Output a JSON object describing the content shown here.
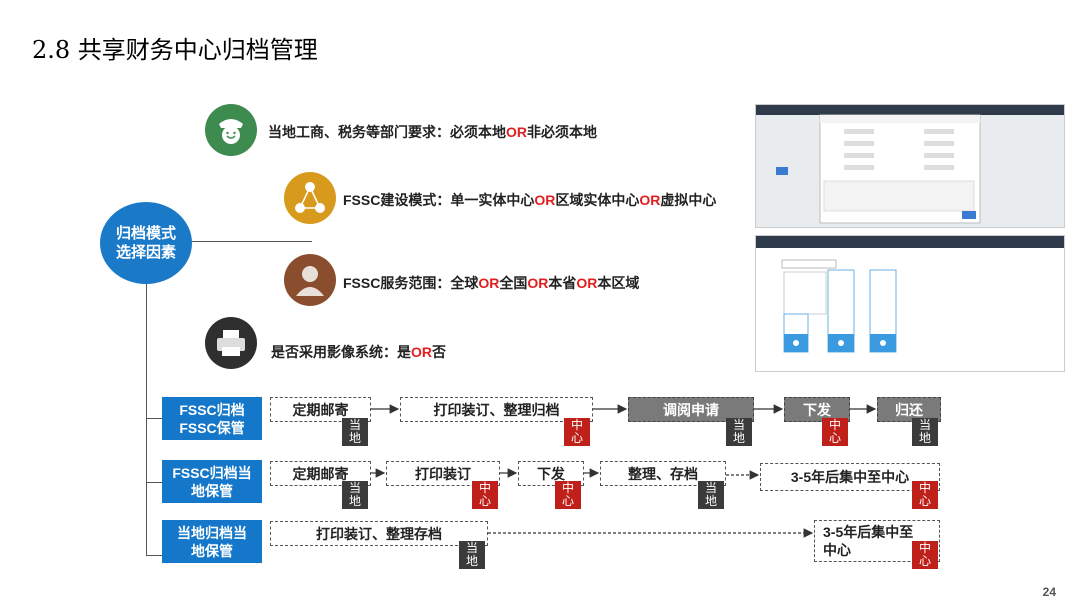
{
  "title": "2.8 共享财务中心归档管理",
  "hub_label": "归档模式选择因素",
  "factors": [
    {
      "icon": "police-officer-icon",
      "color": "#3d8b4e",
      "parts": [
        [
          "当地工商、税务等部门要求：必须本地",
          false
        ],
        [
          "OR",
          true
        ],
        [
          "非必须本地",
          false
        ]
      ]
    },
    {
      "icon": "network-nodes-icon",
      "color": "#d79a1c",
      "parts": [
        [
          "FSSC建设模式：单一实体中心",
          false
        ],
        [
          "OR",
          true
        ],
        [
          "区域实体中心",
          false
        ],
        [
          "OR",
          true
        ],
        [
          "虚拟中心",
          false
        ]
      ]
    },
    {
      "icon": "person-icon",
      "color": "#8a4e2e",
      "parts": [
        [
          "FSSC服务范围：全球",
          false
        ],
        [
          "OR",
          true
        ],
        [
          "全国",
          false
        ],
        [
          "OR",
          true
        ],
        [
          "本省",
          false
        ],
        [
          "OR",
          true
        ],
        [
          "本区域",
          false
        ]
      ]
    },
    {
      "icon": "printer-icon",
      "color": "#2f2f2f",
      "parts": [
        [
          "是否采用影像系统：是",
          false
        ],
        [
          "OR",
          true
        ],
        [
          "否",
          false
        ]
      ]
    }
  ],
  "tag_local": "当地",
  "tag_center": "中心",
  "rows": [
    {
      "label": "FSSC归档FSSC保管",
      "steps": [
        {
          "text": "定期邮寄",
          "style": "dashed",
          "tag": "local"
        },
        {
          "text": "打印装订、整理归档",
          "style": "dashed",
          "tag": "center"
        },
        {
          "text": "调阅申请",
          "style": "gray",
          "tag": "local"
        },
        {
          "text": "下发",
          "style": "gray",
          "tag": "center"
        },
        {
          "text": "归还",
          "style": "gray",
          "tag": "local"
        }
      ]
    },
    {
      "label": "FSSC归档当地保管",
      "steps": [
        {
          "text": "定期邮寄",
          "style": "dashed",
          "tag": "local"
        },
        {
          "text": "打印装订",
          "style": "dashed",
          "tag": "center"
        },
        {
          "text": "下发",
          "style": "dashed",
          "tag": "center"
        },
        {
          "text": "整理、存档",
          "style": "dashed",
          "tag": "local"
        },
        {
          "text": "3-5年后集中至中心",
          "style": "dashed",
          "tag": "center"
        }
      ]
    },
    {
      "label": "当地归档当地保管",
      "steps": [
        {
          "text": "打印装订、整理存档",
          "style": "dashed",
          "tag": "local"
        },
        {
          "text": "3-5年后集中至中心",
          "style": "dashed",
          "tag": "center"
        }
      ]
    }
  ],
  "page_number": "24",
  "colors": {
    "accent": "#1477c9",
    "or_red": "#e02020",
    "tag_local": "#3b3b3b",
    "tag_center": "#c0201a"
  }
}
